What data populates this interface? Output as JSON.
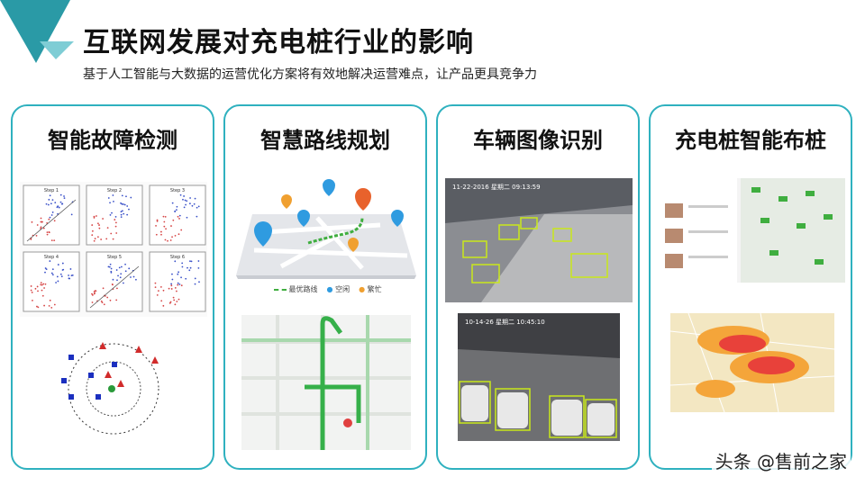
{
  "header": {
    "title": "互联网发展对充电桩行业的影响",
    "subtitle": "基于人工智能与大数据的运营优化方案将有效地解决运营难点，让产品更具竞争力"
  },
  "cards": [
    {
      "title": "智能故障检测",
      "step_labels": [
        "Step 1",
        "Step 2",
        "Step 3",
        "Step 4",
        "Step 5",
        "Step 6"
      ]
    },
    {
      "title": "智慧路线规划",
      "legend": [
        "最优路线",
        "空闲",
        "繁忙"
      ]
    },
    {
      "title": "车辆图像识别",
      "timestamps": [
        "11-22-2016 星期二 09:13:59",
        "10-14-26 星期二 10:45:10"
      ]
    },
    {
      "title": "充电桩智能布桩"
    }
  ],
  "watermark": "头条 @售前之家",
  "colors": {
    "accent": "#2fb1bf",
    "route": "#3fae3f",
    "busy": "#f0a030",
    "free": "#2f9be0"
  }
}
